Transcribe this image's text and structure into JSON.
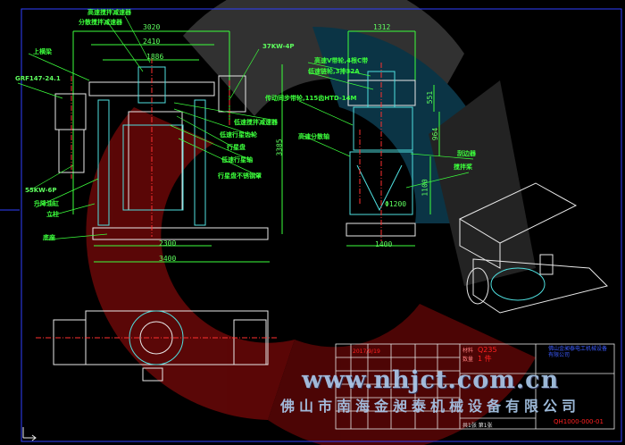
{
  "front_view": {
    "dimensions": {
      "top_overall": "3020",
      "top_mid": "2410",
      "top_inner": "1886",
      "height": "3385",
      "base_inner": "2300",
      "base_overall": "3400"
    },
    "labels": {
      "high_speed_reducer": "高速搅拌减速器",
      "disperse_reducer": "分散搅拌减速器",
      "top_beam": "上横梁",
      "gearbox_model": "GRF147-24.1",
      "motor_left": "55KW-6P",
      "motor_right": "37KW-4P",
      "lift_cylinder": "升降油缸",
      "column": "立柱",
      "base": "底座",
      "low_speed_reducer": "低速搅拌减速器",
      "low_planet_gear": "低速行星齿轮",
      "planet_disc": "行星盘",
      "low_planet_shaft": "低速行星轴",
      "planet_cover": "行星盘不锈钢罩"
    }
  },
  "side_view": {
    "dimensions": {
      "top_width": "1312",
      "upper_height": "551",
      "mid_height": "964",
      "tank_height": "1100",
      "tank_diameter": "Φ1200",
      "base_width": "1400"
    },
    "labels": {
      "v_belt": "高速V带轮,4根C带",
      "chain": "低速链轮,3排32A",
      "sync_belt": "传动同步带轮,115齿HTD-14M",
      "disperse_shaft": "高速分散轴",
      "scraper": "刮边器",
      "paddle": "搅拌桨"
    }
  },
  "title_block": {
    "material_label": "材料",
    "material": "Q235",
    "quantity_label": "数量",
    "quantity": "1 件",
    "company": "佛山金昶泰电工机械设备有限公司",
    "drawing_no": "QH1000-000-01",
    "date": "2017/9/19",
    "sheet": "共1张 第1张"
  },
  "watermark": {
    "url": "www.nhjct.com.cn",
    "company": "佛山市南海金昶泰机械设备有限公司"
  },
  "colors": {
    "background": "#000000",
    "cad_green": "#3cff3c",
    "cad_cyan": "#4fe0e0",
    "cad_white": "#e8e8e8",
    "cad_red": "#ff3030",
    "logo_red": "#7a0a0a",
    "logo_blue": "#0d3e52",
    "title_red": "#ff2020",
    "title_blue": "#3b5bff"
  }
}
